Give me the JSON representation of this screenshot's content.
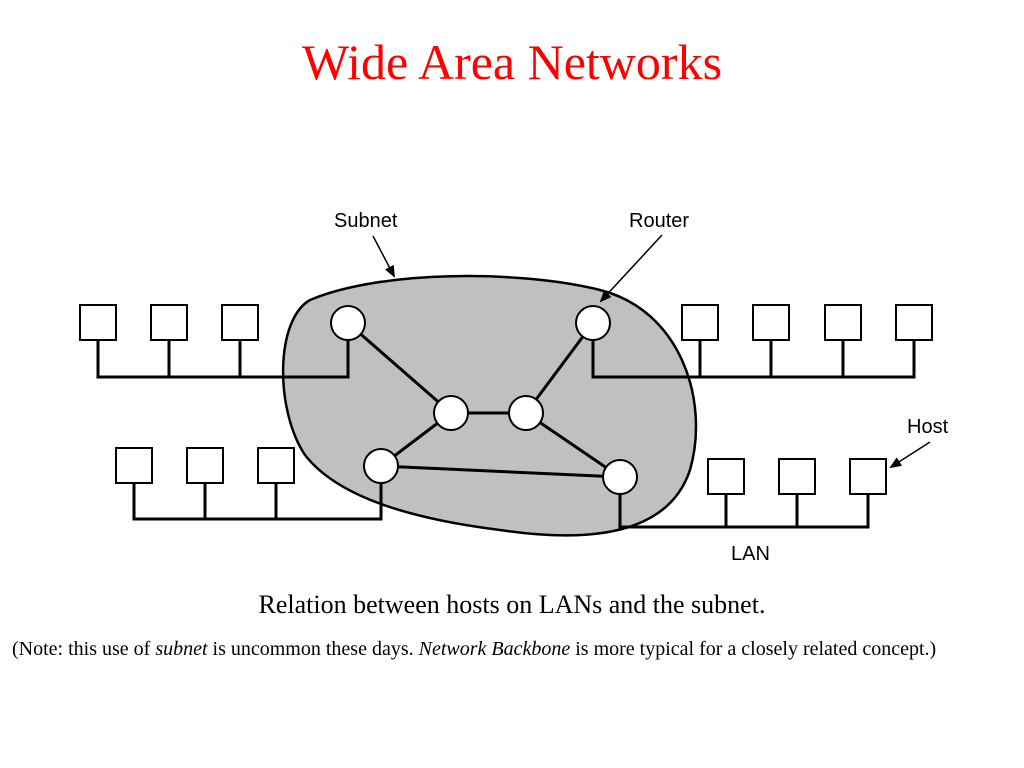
{
  "slide": {
    "title": "Wide Area Networks",
    "title_color": "#ff0000"
  },
  "diagram": {
    "labels": {
      "subnet": "Subnet",
      "router": "Router",
      "host": "Host",
      "lan": "LAN"
    },
    "subnet_fill": "#c0c0c0"
  },
  "caption": "Relation between hosts on LANs and the subnet.",
  "note": {
    "part1": "(Note: this use of ",
    "subnet_term": "subnet",
    "part2": " is uncommon these days. ",
    "backbone_term": "Network Backbone",
    "part3": " is more typical for a closely related concept.)"
  }
}
